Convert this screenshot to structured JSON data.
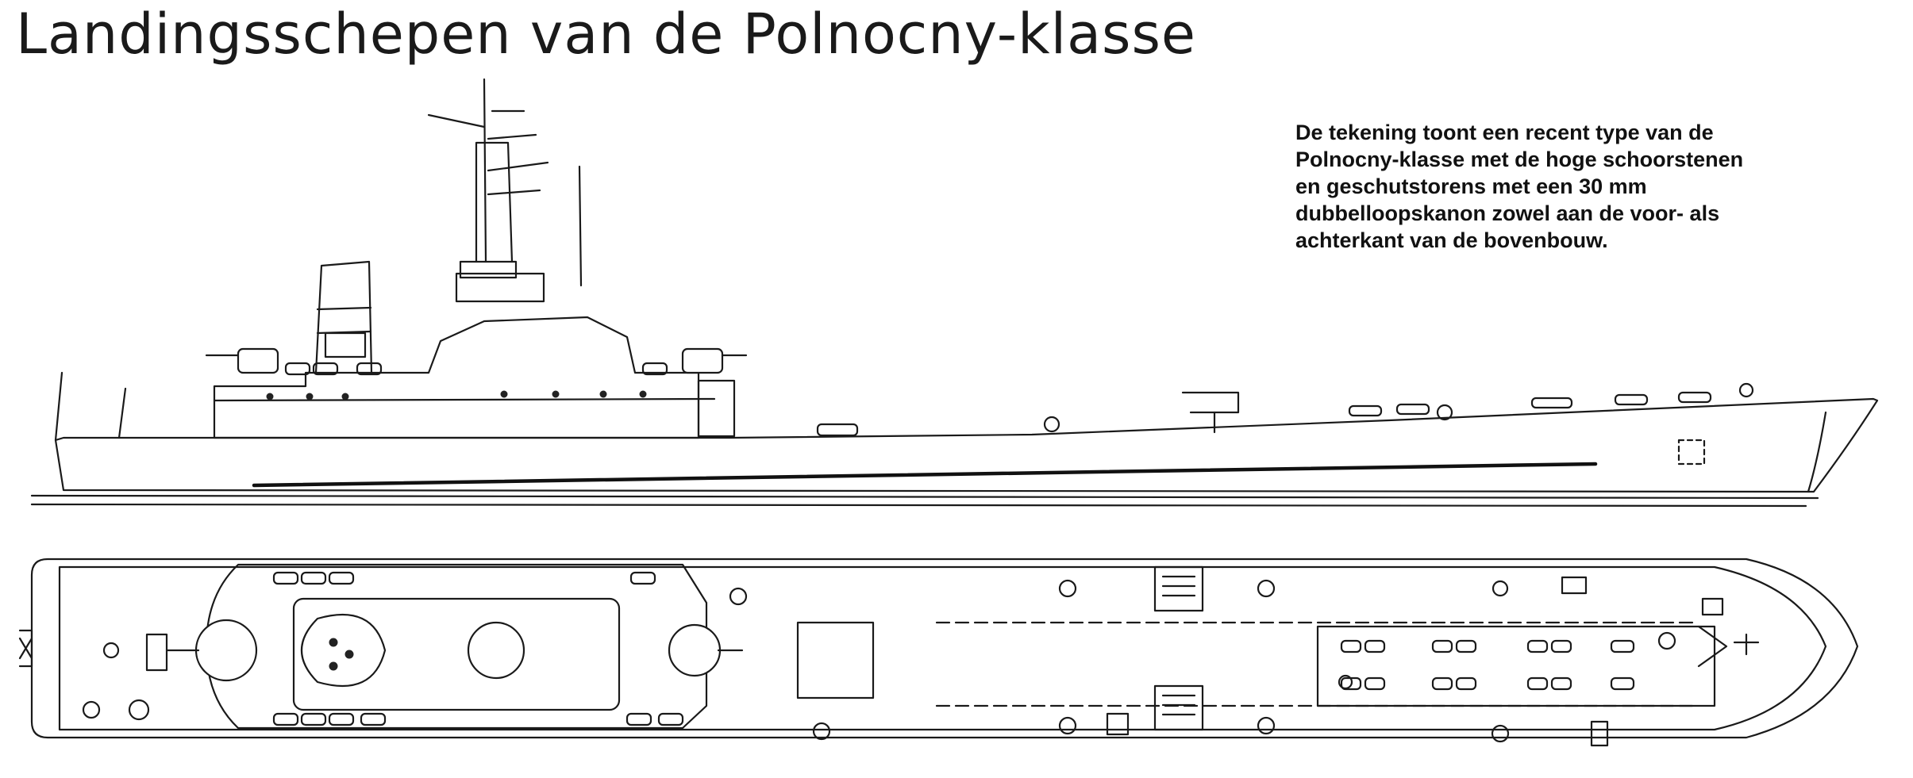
{
  "title": "Landingsschepen van de Polnocny-klasse",
  "caption_lines": [
    "De tekening toont een recent type van de",
    "Polnocny-klasse met de hoge schoorstenen",
    "en geschutstorens met een 30 mm",
    "dubbelloopskanon zowel aan de voor- als",
    "achterkant van de bovenbouw."
  ],
  "views": {
    "side": "side-elevation",
    "plan": "top-plan"
  }
}
